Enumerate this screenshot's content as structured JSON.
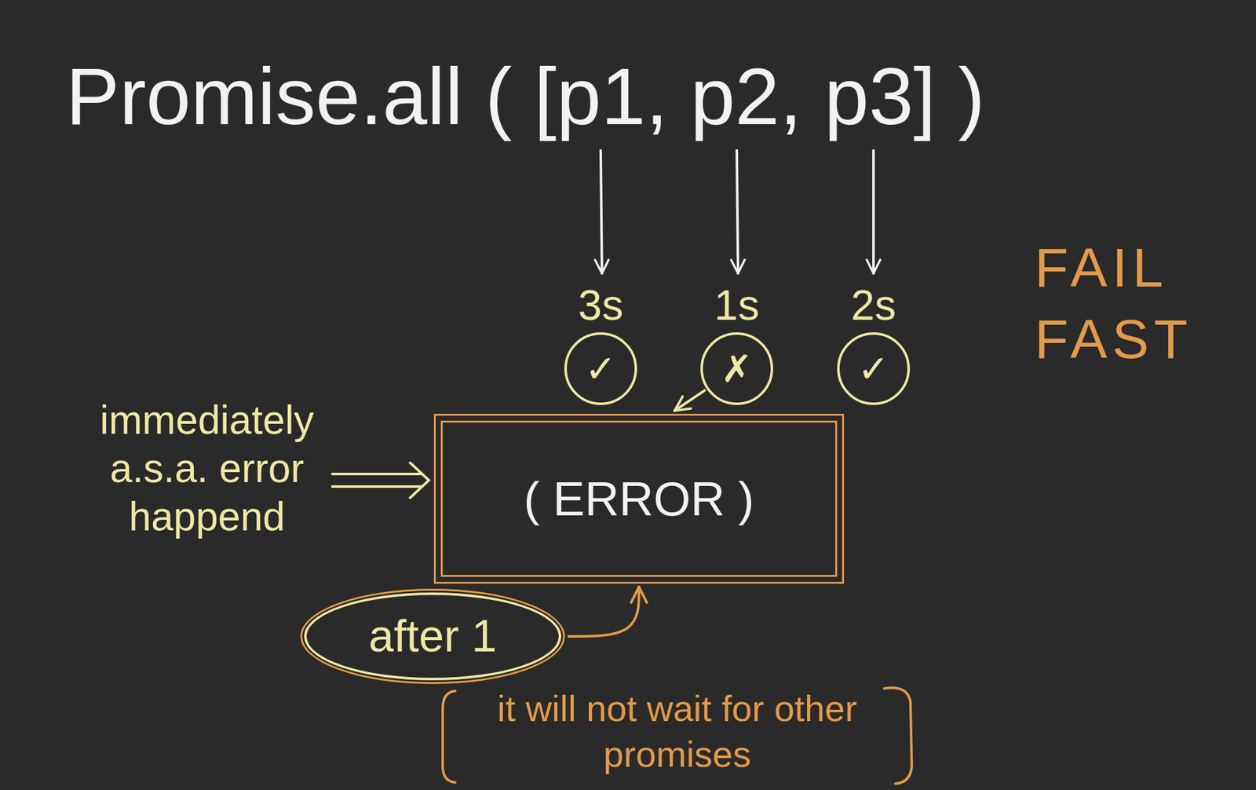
{
  "diagram": {
    "title": "Promise.all ( [p1, p2, p3] )",
    "nodes": [
      {
        "text": [
          "3s",
          "✓"
        ]
      },
      {
        "text": [
          "1s",
          "✗"
        ]
      },
      {
        "text": [
          "2s",
          "✓"
        ]
      },
      {
        "text": [
          "( ERROR )"
        ]
      },
      {
        "text": [
          "after 1"
        ]
      }
    ],
    "edges": [
      {
        "from": 1,
        "to": 3,
        "arrow": "to"
      },
      {
        "from": 4,
        "to": 3,
        "arrow": "to"
      }
    ],
    "labels": [
      "immediately a.s.a. error happend",
      "FAIL FAST",
      "it will not wait for other promises"
    ]
  }
}
